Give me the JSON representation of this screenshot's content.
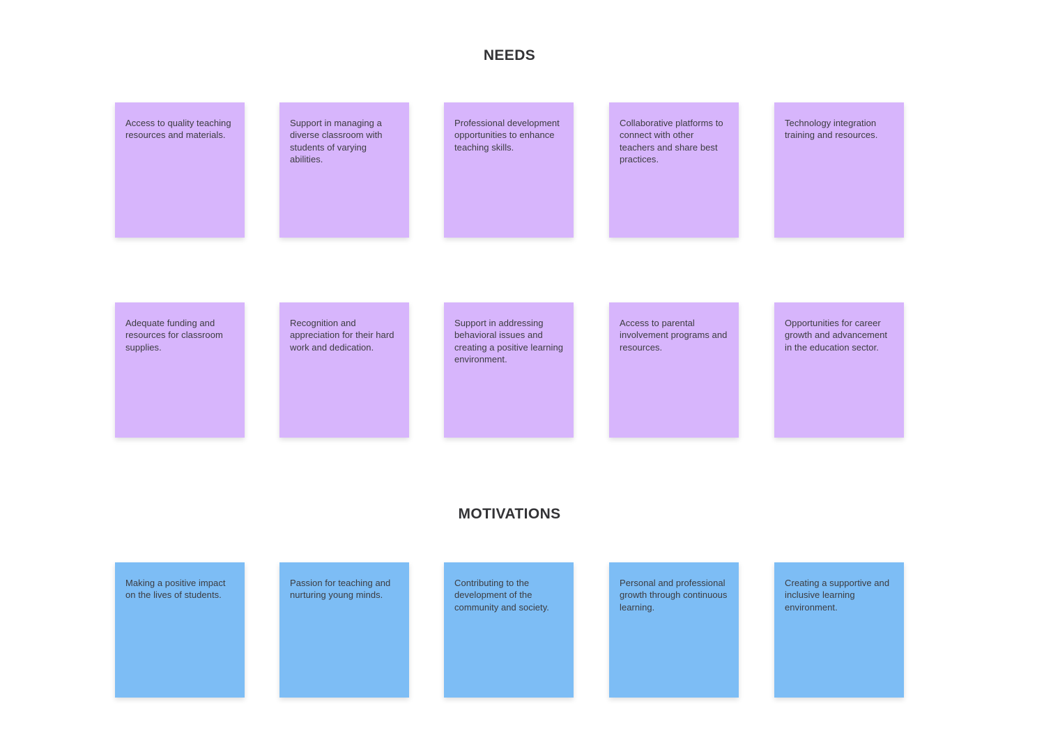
{
  "board": {
    "background_color": "#ffffff",
    "text_color": "#3b3b3f",
    "heading_color": "#333336"
  },
  "sections": [
    {
      "id": "needs",
      "heading": "NEEDS",
      "note_color": "#d7b5fc",
      "rows": [
        {
          "notes": [
            {
              "text": "Access to quality teaching resources and materials."
            },
            {
              "text": "Support in managing a diverse classroom with students of varying abilities."
            },
            {
              "text": "Professional development opportunities to enhance teaching skills."
            },
            {
              "text": "Collaborative platforms to connect with other teachers and share best practices."
            },
            {
              "text": "Technology integration training and resources."
            }
          ]
        },
        {
          "notes": [
            {
              "text": "Adequate funding and resources for classroom supplies."
            },
            {
              "text": "Recognition and appreciation for their hard work and dedication."
            },
            {
              "text": "Support in addressing behavioral issues and creating a positive learning environment."
            },
            {
              "text": "Access to parental involvement programs and resources."
            },
            {
              "text": "Opportunities for career growth and advancement in the education sector."
            }
          ]
        }
      ]
    },
    {
      "id": "motivations",
      "heading": "MOTIVATIONS",
      "note_color": "#7dbdf5",
      "rows": [
        {
          "notes": [
            {
              "text": "Making a positive impact on the lives of students."
            },
            {
              "text": "Passion for teaching and nurturing young minds."
            },
            {
              "text": "Contributing to the development of the community and society."
            },
            {
              "text": "Personal and professional growth through continuous learning."
            },
            {
              "text": "Creating a supportive and inclusive learning environment."
            }
          ]
        }
      ]
    }
  ]
}
